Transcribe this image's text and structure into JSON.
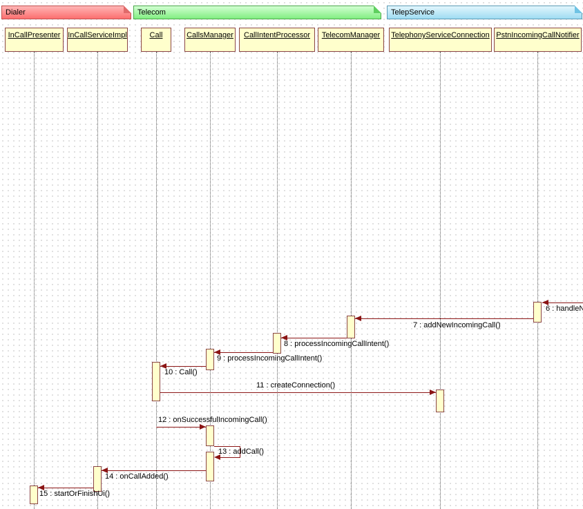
{
  "packages": [
    {
      "label": "Dialer"
    },
    {
      "label": "Telecom"
    },
    {
      "label": "TelepService"
    }
  ],
  "classifiers": [
    {
      "label": "InCallPresenter"
    },
    {
      "label": "InCallServiceImpl"
    },
    {
      "label": "Call"
    },
    {
      "label": "CallsManager"
    },
    {
      "label": "CallIntentProcessor"
    },
    {
      "label": "TelecomManager"
    },
    {
      "label": "TelephonyServiceConnection"
    },
    {
      "label": "PstnIncomingCallNotifier"
    }
  ],
  "messages": [
    {
      "label": "6 : handleN",
      "from": "(offscreen right)",
      "to": "PstnIncomingCallNotifier"
    },
    {
      "label": "7 : addNewIncomingCall()",
      "from": "PstnIncomingCallNotifier",
      "to": "TelecomManager"
    },
    {
      "label": "8 : processIncomingCallIntent()",
      "from": "TelecomManager",
      "to": "CallIntentProcessor"
    },
    {
      "label": "9 : processIncomingCallIntent()",
      "from": "CallIntentProcessor",
      "to": "CallsManager"
    },
    {
      "label": "10 : Call()",
      "from": "CallsManager",
      "to": "Call"
    },
    {
      "label": "11 : createConnection()",
      "from": "Call",
      "to": "TelephonyServiceConnection"
    },
    {
      "label": "12 : onSuccessfulIncomingCall()",
      "from": "Call",
      "to": "CallsManager"
    },
    {
      "label": "13 : addCall()",
      "from": "CallsManager",
      "to": "CallsManager"
    },
    {
      "label": "14 : onCallAdded()",
      "from": "CallsManager",
      "to": "InCallServiceImpl"
    },
    {
      "label": "15 : startOrFinishUi()",
      "from": "InCallServiceImpl",
      "to": "InCallPresenter"
    }
  ],
  "colors": {
    "package_dialer_fill": "#fc6f6f",
    "package_telecom_fill": "#82ee82",
    "package_telepservice_fill": "#9fdcf2",
    "classifier_fill": "#ffffcc",
    "classifier_border": "#8a4444",
    "message_line": "#8b1515",
    "background": "#ffffff"
  }
}
